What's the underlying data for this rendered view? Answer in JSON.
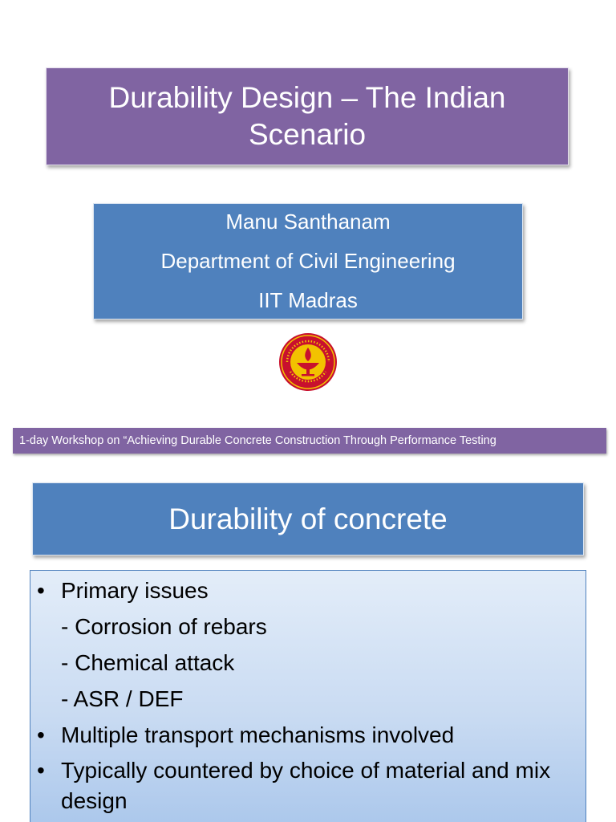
{
  "title": {
    "text": "Durability Design – The Indian Scenario",
    "background": "#8064a2"
  },
  "author": {
    "name": "Manu Santhanam",
    "department": "Department of Civil Engineering",
    "institute": "IIT Madras",
    "background": "#4f81bd"
  },
  "logo": {
    "icon": "iit-madras-seal-icon",
    "seal_text": "INDIAN INSTITUTE OF TECHNOLOGY MADRAS",
    "motto": "सिद्धिर्भवति कर्मजा"
  },
  "workshop": {
    "text": "1-day Workshop on “Achieving Durable Concrete Construction Through Performance Testing"
  },
  "section": {
    "heading": "Durability of concrete",
    "bullet_glyph": "•",
    "items": [
      {
        "text": "Primary issues",
        "sub": [
          "- Corrosion of rebars",
          "- Chemical attack",
          "- ASR / DEF"
        ]
      },
      {
        "text": "Multiple transport mechanisms involved"
      },
      {
        "text": "Typically countered by choice of material and mix design"
      }
    ]
  }
}
